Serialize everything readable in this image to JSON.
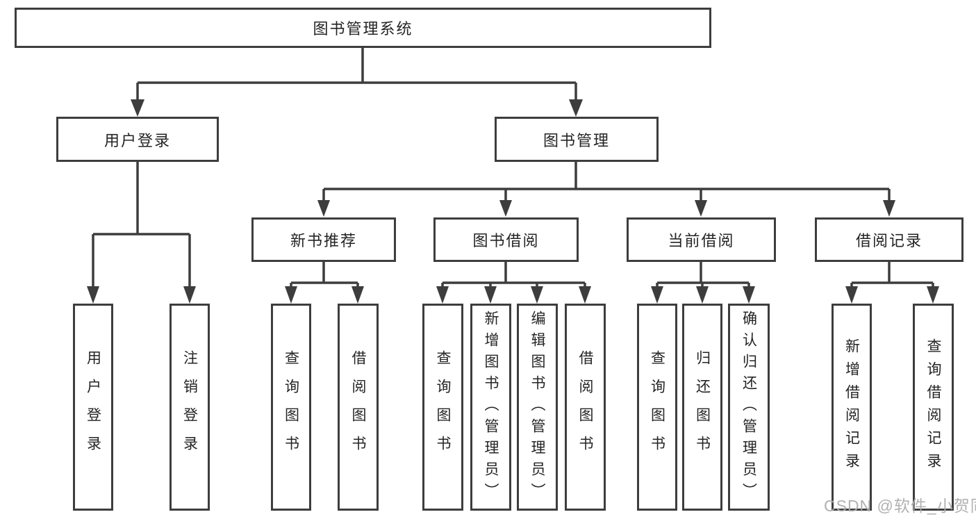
{
  "diagram": {
    "nodes": {
      "root": "图书管理系统",
      "user_login": "用户登录",
      "book_management": "图书管理",
      "new_book_recommend": "新书推荐",
      "book_borrow": "图书借阅",
      "current_borrow": "当前借阅",
      "borrow_records": "借阅记录",
      "user_login_leaf": "用户登录",
      "logout_leaf": "注销登录",
      "query_book_1": "查询图书",
      "borrow_book_1": "借阅图书",
      "query_book_2": "查询图书",
      "add_book_admin": "新增图书（管理员）",
      "edit_book_admin": "编辑图书（管理员）",
      "borrow_book_2": "借阅图书",
      "query_book_3": "查询图书",
      "return_book": "归还图书",
      "confirm_return_admin": "确认归还（管理员）",
      "add_borrow_record": "新增借阅记录",
      "query_borrow_record": "查询借阅记录"
    },
    "structure": [
      {
        "label": "图书管理系统",
        "children": [
          {
            "label": "用户登录",
            "children": [
              {
                "label": "用户登录"
              },
              {
                "label": "注销登录"
              }
            ]
          },
          {
            "label": "图书管理",
            "children": [
              {
                "label": "新书推荐",
                "children": [
                  {
                    "label": "查询图书"
                  },
                  {
                    "label": "借阅图书"
                  }
                ]
              },
              {
                "label": "图书借阅",
                "children": [
                  {
                    "label": "查询图书"
                  },
                  {
                    "label": "新增图书（管理员）"
                  },
                  {
                    "label": "编辑图书（管理员）"
                  },
                  {
                    "label": "借阅图书"
                  }
                ]
              },
              {
                "label": "当前借阅",
                "children": [
                  {
                    "label": "查询图书"
                  },
                  {
                    "label": "归还图书"
                  },
                  {
                    "label": "确认归还（管理员）"
                  }
                ]
              },
              {
                "label": "借阅记录",
                "children": [
                  {
                    "label": "新增借阅记录"
                  },
                  {
                    "label": "查询借阅记录"
                  }
                ]
              }
            ]
          }
        ]
      }
    ],
    "colors": {
      "line": "#3d3d3d",
      "text": "#242424",
      "background": "#ffffff",
      "watermark": "#adadad"
    }
  },
  "watermark": {
    "text": "CSDN @软件_小贺同学"
  }
}
